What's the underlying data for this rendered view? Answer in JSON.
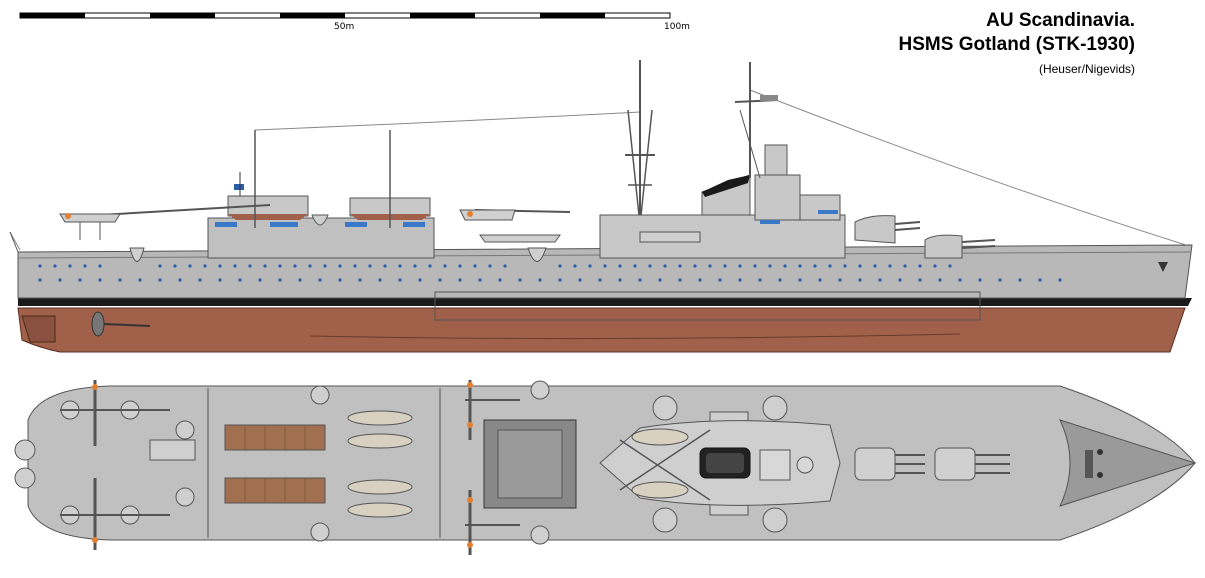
{
  "title_line1": "AU Scandinavia.",
  "title_line2": "HSMS Gotland (STK-1930)",
  "credit": "(Heuser/Nigevids)",
  "scale": {
    "label_mid": "50m",
    "label_end": "100m"
  },
  "colors": {
    "hull_gray": "#b8b8b8",
    "deck_gray": "#c0c0c0",
    "superstructure": "#c8c8c8",
    "boot_top": "#1a1a1a",
    "below_waterline": "#a0604a",
    "wood_deck": "#a07050",
    "porthole": "#2a5fa8",
    "window_blue": "#3a78c8"
  },
  "icons": [
    "anchor-icon",
    "ensign-flag-icon"
  ]
}
